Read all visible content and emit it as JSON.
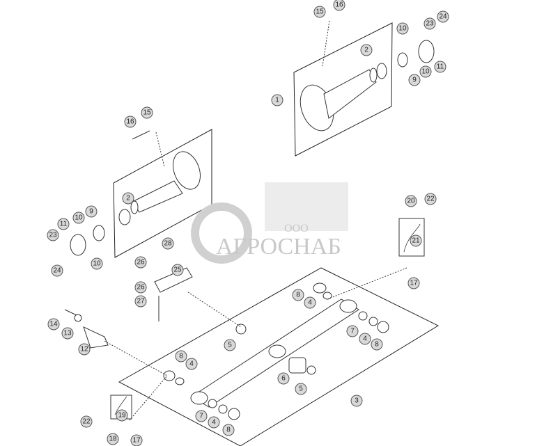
{
  "watermark": {
    "prefix": "ООО",
    "name": "АГРОСНАБ"
  },
  "callouts": [
    "16",
    "15",
    "24",
    "23",
    "10",
    "2",
    "10",
    "11",
    "9",
    "1",
    "15",
    "16",
    "2",
    "9",
    "11",
    "10",
    "23",
    "10",
    "24",
    "28",
    "26",
    "25",
    "26",
    "27",
    "20",
    "22",
    "21",
    "17",
    "8",
    "4",
    "14",
    "13",
    "12",
    "5",
    "7",
    "4",
    "8",
    "8",
    "4",
    "6",
    "5",
    "3",
    "7",
    "4",
    "8",
    "22",
    "19",
    "18",
    "17"
  ]
}
